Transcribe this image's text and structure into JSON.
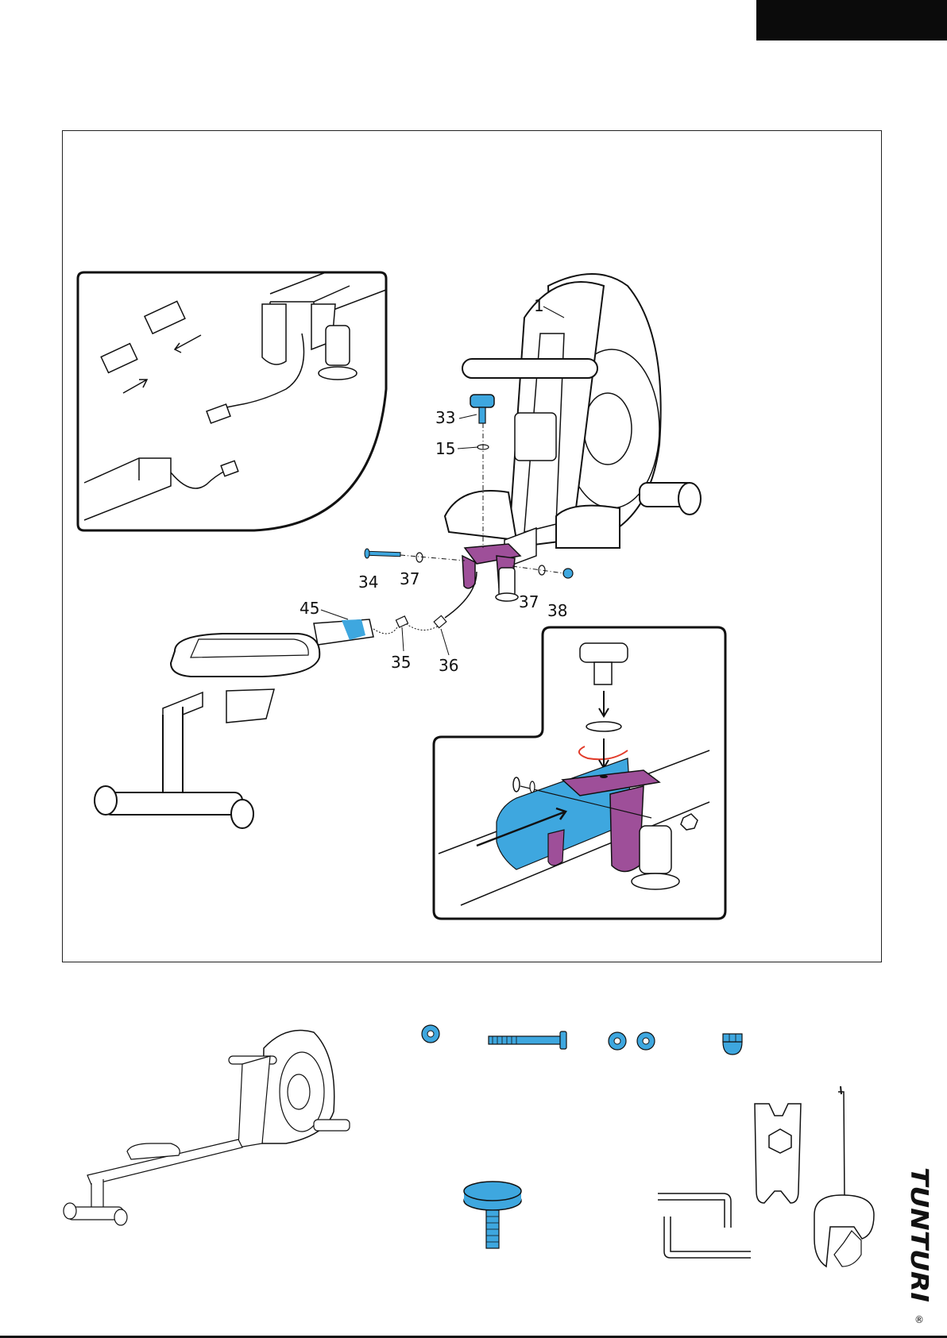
{
  "callouts": {
    "c1": "1",
    "c33": "33",
    "c15": "15",
    "c34": "34",
    "c37a": "37",
    "c37b": "37",
    "c38": "38",
    "c45": "45",
    "c35": "35",
    "c36": "36"
  },
  "brand": {
    "name": "TUNTURI",
    "mark": "®"
  },
  "colors": {
    "accent_blue": "#3ea7df",
    "bracket_purple": "#9e4f99",
    "rotate_red": "#e23b2a",
    "ink": "#111111"
  },
  "icons": {
    "washer": "washer-icon",
    "bolt": "bolt-icon",
    "washers_pair": "washer-pair-icon",
    "cap_nut": "cap-nut-icon",
    "knob": "knob-icon",
    "allen_key": "allen-key-icon",
    "wrench": "wrench-icon",
    "screwdriver": "screwdriver-icon"
  }
}
